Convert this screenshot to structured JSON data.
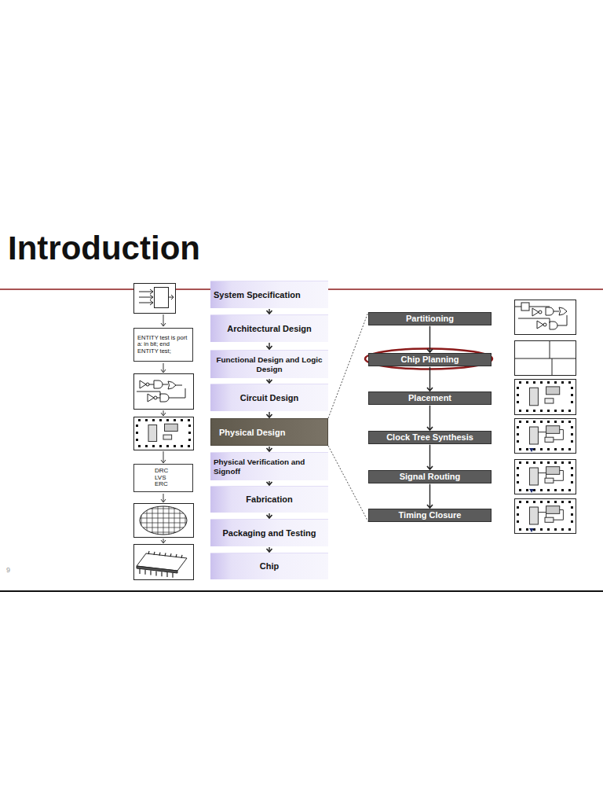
{
  "diagram": {
    "title": "Introduction",
    "nodes": [
      {
        "text": [
          "System Specification"
        ]
      },
      {
        "text": [
          "Architectural Design"
        ]
      },
      {
        "text": [
          "Functional Design and Logic Design"
        ]
      },
      {
        "text": [
          "Circuit Design"
        ]
      },
      {
        "text": [
          "Physical Design"
        ]
      },
      {
        "text": [
          "Physical Verification and Signoff"
        ]
      },
      {
        "text": [
          "Fabrication"
        ]
      },
      {
        "text": [
          "Packaging and Testing"
        ]
      },
      {
        "text": [
          "Chip"
        ]
      },
      {
        "text": [
          "ENTITY test is port a: in bit; end ENTITY test;"
        ]
      },
      {
        "text": [
          "DRC LVS ERC"
        ]
      },
      {
        "text": [
          "Partitioning"
        ]
      },
      {
        "text": [
          "Chip Planning"
        ]
      },
      {
        "text": [
          "Placement"
        ]
      },
      {
        "text": [
          "Clock Tree Synthesis"
        ]
      },
      {
        "text": [
          "Signal Routing"
        ]
      },
      {
        "text": [
          "Timing Closure"
        ]
      }
    ],
    "edges": [
      {
        "from": 0,
        "to": 1,
        "arrow": "to"
      },
      {
        "from": 1,
        "to": 2,
        "arrow": "to"
      },
      {
        "from": 2,
        "to": 3,
        "arrow": "to"
      },
      {
        "from": 3,
        "to": 4,
        "arrow": "to"
      },
      {
        "from": 4,
        "to": 5,
        "arrow": "to"
      },
      {
        "from": 5,
        "to": 6,
        "arrow": "to"
      },
      {
        "from": 6,
        "to": 7,
        "arrow": "to"
      },
      {
        "from": 7,
        "to": 8,
        "arrow": "to"
      },
      {
        "from": 11,
        "to": 12,
        "arrow": "to"
      },
      {
        "from": 12,
        "to": 13,
        "arrow": "to"
      },
      {
        "from": 13,
        "to": 14,
        "arrow": "to"
      },
      {
        "from": 14,
        "to": 15,
        "arrow": "to"
      },
      {
        "from": 15,
        "to": 16,
        "arrow": "to"
      },
      {
        "from": 4,
        "to": 11,
        "arrow": "none"
      },
      {
        "from": 4,
        "to": 16,
        "arrow": "none"
      }
    ],
    "labels": [
      "9"
    ]
  }
}
